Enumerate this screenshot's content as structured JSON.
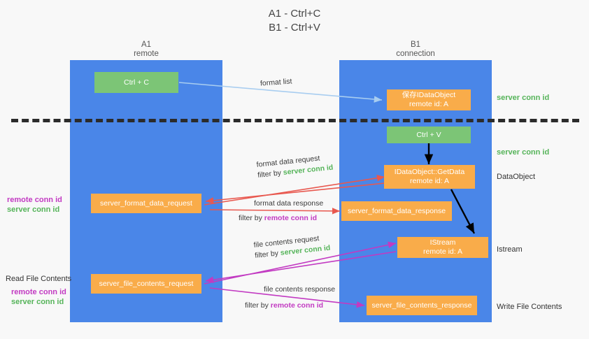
{
  "title": {
    "line1": "A1 - Ctrl+C",
    "line2": "B1 - Ctrl+V"
  },
  "lanes": [
    {
      "name": "A1",
      "sub": "remote"
    },
    {
      "name": "B1",
      "sub": "connection"
    }
  ],
  "nodes": {
    "ctrl_c": {
      "line1": "Ctrl + C",
      "line2": ""
    },
    "save_idataobject": {
      "line1": "保存IDataObject",
      "line2": "remote id: A"
    },
    "ctrl_v": {
      "line1": "Ctrl + V",
      "line2": ""
    },
    "getdata": {
      "line1": "IDataObject::GetData",
      "line2": "remote id: A"
    },
    "format_data_request": {
      "line1": "server_format_data_request",
      "line2": ""
    },
    "format_data_response": {
      "line1": "server_format_data_response",
      "line2": ""
    },
    "istream": {
      "line1": "IStream",
      "line2": "remote id: A"
    },
    "file_contents_request": {
      "line1": "server_file_contents_request",
      "line2": ""
    },
    "file_contents_response": {
      "line1": "server_file_contents_response",
      "line2": ""
    }
  },
  "edge_labels": {
    "format_list": "format list",
    "format_data_request_l1": "format data request",
    "format_data_request_filter_pre": "filter by ",
    "format_data_request_filter_key": "server conn id",
    "format_data_response_l1": "format data response",
    "format_data_response_filter_pre": "filter by ",
    "format_data_response_filter_key": "remote conn id",
    "file_contents_request_l1": "file contents request",
    "file_contents_request_filter_pre": "filter by ",
    "file_contents_request_filter_key": "server conn id",
    "file_contents_response_l1": "file contents response",
    "file_contents_response_filter_pre": "filter by ",
    "file_contents_response_filter_key": "remote conn id"
  },
  "annotations": {
    "right_server_conn_id_top": "server conn id",
    "right_server_conn_id_mid": "server conn id",
    "right_dataobject": "DataObject",
    "right_istream": "Istream",
    "right_write_file_contents": "Write File Contents",
    "left_remote_conn_id_1": "remote conn id",
    "left_server_conn_id_1": "server conn id",
    "left_read_file_contents": "Read File Contents",
    "left_remote_conn_id_2": "remote conn id",
    "left_server_conn_id_2": "server conn id"
  },
  "colors": {
    "lane_blue": "#4a86e8",
    "node_green": "#7cc576",
    "node_orange": "#f9ac4a",
    "arrow_light_blue": "#a8cdf0",
    "arrow_black": "#000000",
    "arrow_red": "#e8584f",
    "arrow_magenta": "#c23ac2",
    "text_green": "#56b45a",
    "text_purple": "#c23ac2",
    "background": "#f8f8f8"
  }
}
